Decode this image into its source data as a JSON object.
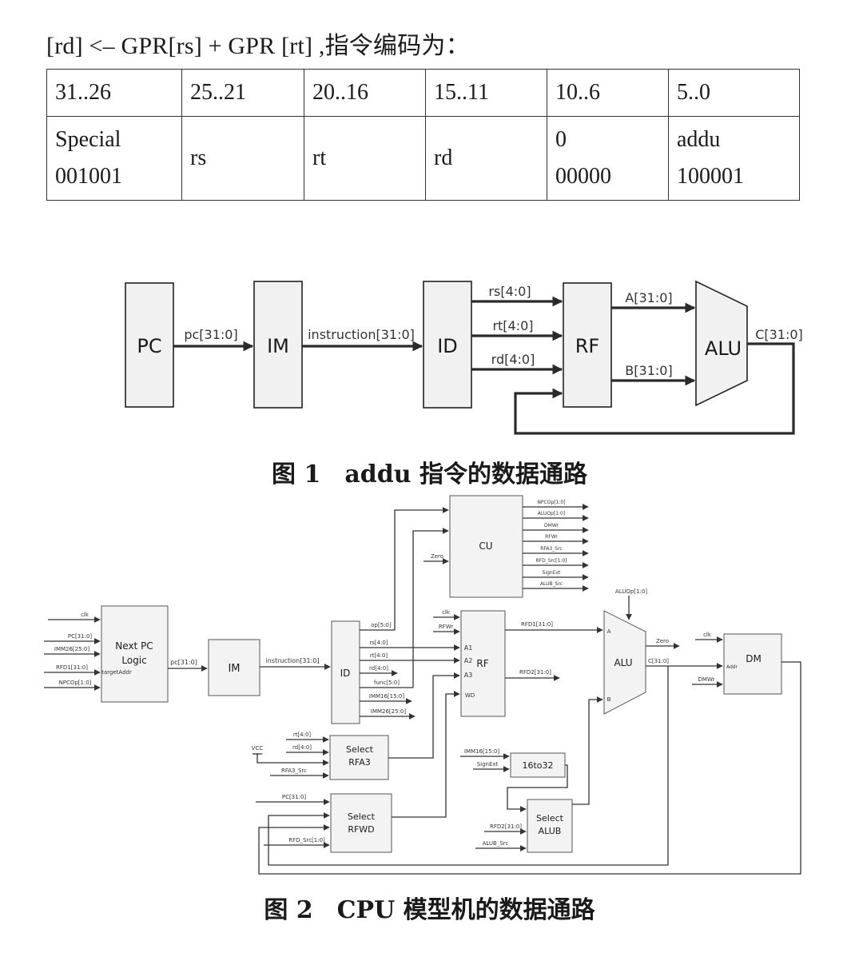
{
  "formula": "[rd] <– GPR[rs] + GPR [rt] ,指令编码为：",
  "encoding_table": {
    "headers": [
      "31..26",
      "25..21",
      "20..16",
      "15..11",
      "10..6",
      "5..0"
    ],
    "row": [
      {
        "top": "Special",
        "bottom": "001001"
      },
      {
        "mid": "rs"
      },
      {
        "mid": "rt"
      },
      {
        "mid": "rd"
      },
      {
        "top": "0",
        "bottom": "00000"
      },
      {
        "top": "addu",
        "bottom": "100001"
      }
    ]
  },
  "figure1": {
    "caption": "图 1　addu 指令的数据通路",
    "blocks": {
      "pc": "PC",
      "im": "IM",
      "id": "ID",
      "rf": "RF",
      "alu": "ALU"
    },
    "signals": {
      "pc": "pc[31:0]",
      "instruction": "instruction[31:0]",
      "rs": "rs[4:0]",
      "rt": "rt[4:0]",
      "rd": "rd[4:0]",
      "a": "A[31:0]",
      "b": "B[31:0]",
      "c": "C[31:0]"
    }
  },
  "figure2": {
    "caption": "图 2　CPU 模型机的数据通路",
    "blocks": {
      "npc_line1": "Next PC",
      "npc_line2": "Logic",
      "im": "IM",
      "id": "ID",
      "cu": "CU",
      "rf": "RF",
      "alu": "ALU",
      "dm": "DM",
      "sel_rfa3_1": "Select",
      "sel_rfa3_2": "RFA3",
      "sel_rfwd_1": "Select",
      "sel_rfwd_2": "RFWD",
      "sel_alub_1": "Select",
      "sel_alub_2": "ALUB",
      "ext": "16to32"
    },
    "signals": {
      "clk": "clk",
      "pc_in": "PC[31:0]",
      "imm26": "IMM26[25:0]",
      "rfd1": "RFD1[31:0]",
      "npcop": "NPCOp[1:0]",
      "target": "targetAddr",
      "pc_out": "pc[31:0]",
      "instr": "instruction[31:0]",
      "op": "op[5:0]",
      "rs": "rs[4:0]",
      "rt": "rt[4:0]",
      "rd": "rd[4:0]",
      "func": "func[5:0]",
      "imm16": "IMM16[15:0]",
      "imm26b": "IMM26[25:0]",
      "zero_in": "Zero",
      "cu_npcop": "NPCOp[1:0]",
      "cu_aluop": "ALUOp[1:0]",
      "cu_dmwr": "DMWr",
      "cu_rfwr": "RFWr",
      "cu_rfa3": "RFA3_Src",
      "cu_rfd": "RFD_Src[1:0]",
      "cu_signext": "SignExt",
      "cu_alub": "ALUB_Src",
      "rf_clk": "clk",
      "rfwr": "RFWr",
      "a1": "A1",
      "a2": "A2",
      "a3": "A3",
      "wd": "WD",
      "rfd1_out": "RFD1[31:0]",
      "rfd2_out": "RFD2[31:0]",
      "aluop": "ALUOp[1:0]",
      "alu_a": "A",
      "alu_b": "B",
      "zero_out": "Zero",
      "c": "C[31:0]",
      "dm_clk": "clk",
      "dmwr": "DMWr",
      "addr": "Addr",
      "rfa3_rt": "rt[4:0]",
      "rfa3_rd": "rd[4:0]",
      "vcc": "VCC",
      "rfa3_src": "RFA3_Src",
      "rfwd_pc": "PC[31:0]",
      "rfd_src": "RFD_Src[1:0]",
      "ext_imm": "IMM16[15:0]",
      "ext_signext": "SignExt",
      "alub_rfd2": "RFD2[31:0]",
      "alub_src": "ALUB_Src"
    }
  }
}
